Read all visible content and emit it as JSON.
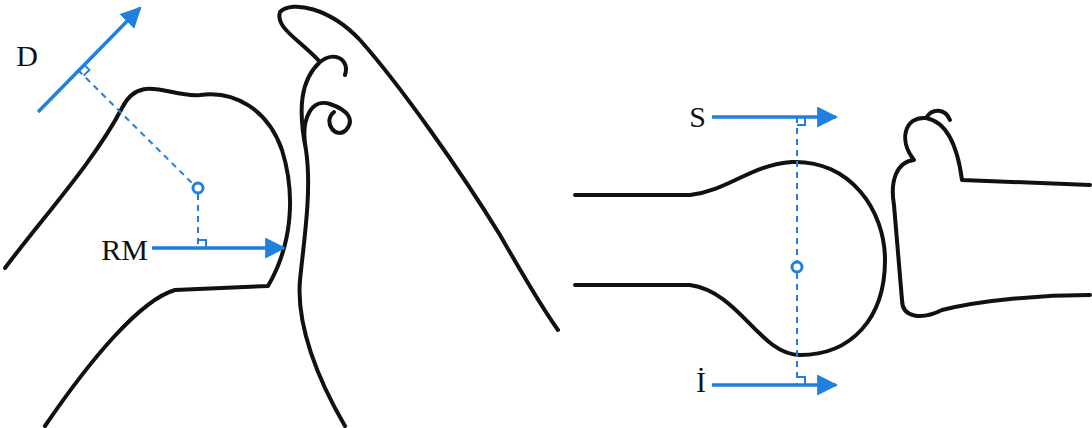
{
  "diagram": {
    "labels": [
      "D",
      "RM",
      "S",
      "İ"
    ]
  }
}
